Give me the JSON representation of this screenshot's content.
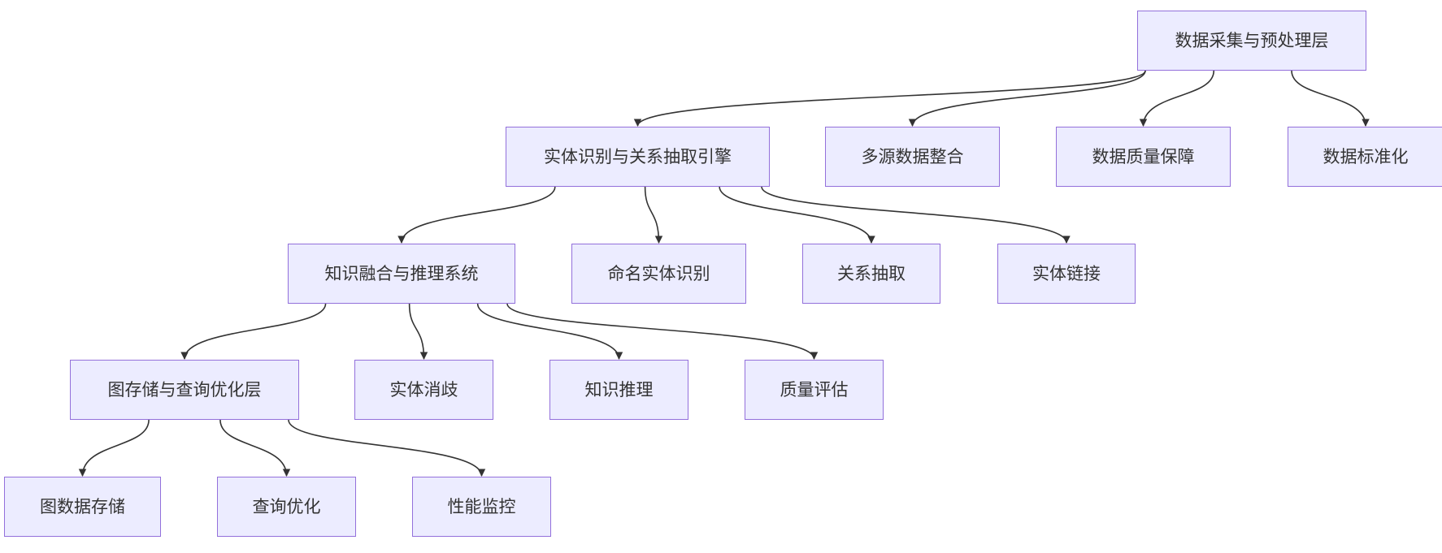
{
  "diagram": {
    "type": "flowchart-tree",
    "colors": {
      "node_fill": "#ececff",
      "node_border": "#9370db",
      "edge": "#333333",
      "text": "#333333"
    },
    "nodes": {
      "data_layer": "数据采集与预处理层",
      "multi_source": "多源数据整合",
      "data_quality": "数据质量保障",
      "data_standard": "数据标准化",
      "extraction_engine": "实体识别与关系抽取引擎",
      "ner": "命名实体识别",
      "relation_extraction": "关系抽取",
      "entity_linking": "实体链接",
      "fusion_system": "知识融合与推理系统",
      "disambiguation": "实体消歧",
      "reasoning": "知识推理",
      "quality_eval": "质量评估",
      "storage_layer": "图存储与查询优化层",
      "graph_storage": "图数据存储",
      "query_opt": "查询优化",
      "perf_monitor": "性能监控"
    },
    "edges": [
      [
        "data_layer",
        "extraction_engine"
      ],
      [
        "data_layer",
        "multi_source"
      ],
      [
        "data_layer",
        "data_quality"
      ],
      [
        "data_layer",
        "data_standard"
      ],
      [
        "extraction_engine",
        "fusion_system"
      ],
      [
        "extraction_engine",
        "ner"
      ],
      [
        "extraction_engine",
        "relation_extraction"
      ],
      [
        "extraction_engine",
        "entity_linking"
      ],
      [
        "fusion_system",
        "storage_layer"
      ],
      [
        "fusion_system",
        "disambiguation"
      ],
      [
        "fusion_system",
        "reasoning"
      ],
      [
        "fusion_system",
        "quality_eval"
      ],
      [
        "storage_layer",
        "graph_storage"
      ],
      [
        "storage_layer",
        "query_opt"
      ],
      [
        "storage_layer",
        "perf_monitor"
      ]
    ]
  }
}
